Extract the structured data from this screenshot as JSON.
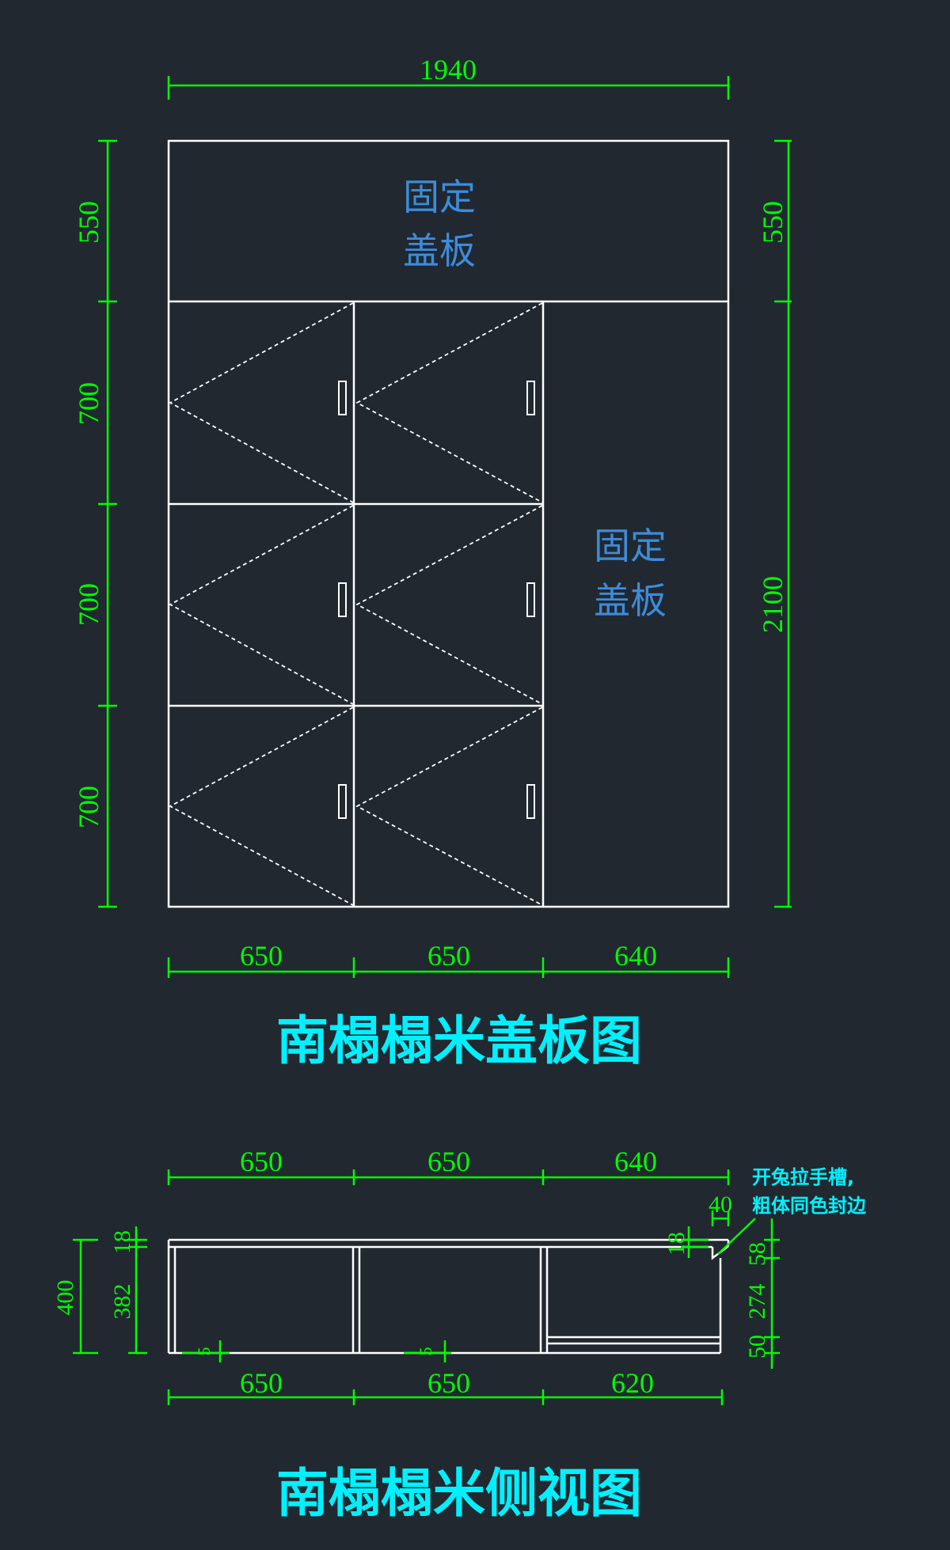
{
  "colors": {
    "background": "#212830",
    "outline": "#ffffff",
    "dimension": "#00ff00",
    "panel_label": "#3c8cdc",
    "title": "#00f0ff"
  },
  "top_view": {
    "title": "南榻榻米盖板图",
    "overall_width": "1940",
    "left_heights": [
      "550",
      "700",
      "700",
      "700"
    ],
    "right_heights": [
      "550",
      "2100"
    ],
    "bottom_widths": [
      "650",
      "650",
      "640"
    ],
    "fixed_panel_top": [
      "固定",
      "盖板"
    ],
    "fixed_panel_right": [
      "固定",
      "盖板"
    ]
  },
  "side_view": {
    "title": "南榻榻米侧视图",
    "top_widths": [
      "650",
      "650",
      "640"
    ],
    "bottom_widths": [
      "650",
      "650",
      "620"
    ],
    "left_dims": [
      "400",
      "18",
      "382"
    ],
    "right_dims": [
      "40",
      "18",
      "58",
      "274",
      "50"
    ],
    "small_dims": [
      "5",
      "5"
    ],
    "note_lines": [
      "开兔拉手槽,",
      "粗体同色封边"
    ]
  }
}
